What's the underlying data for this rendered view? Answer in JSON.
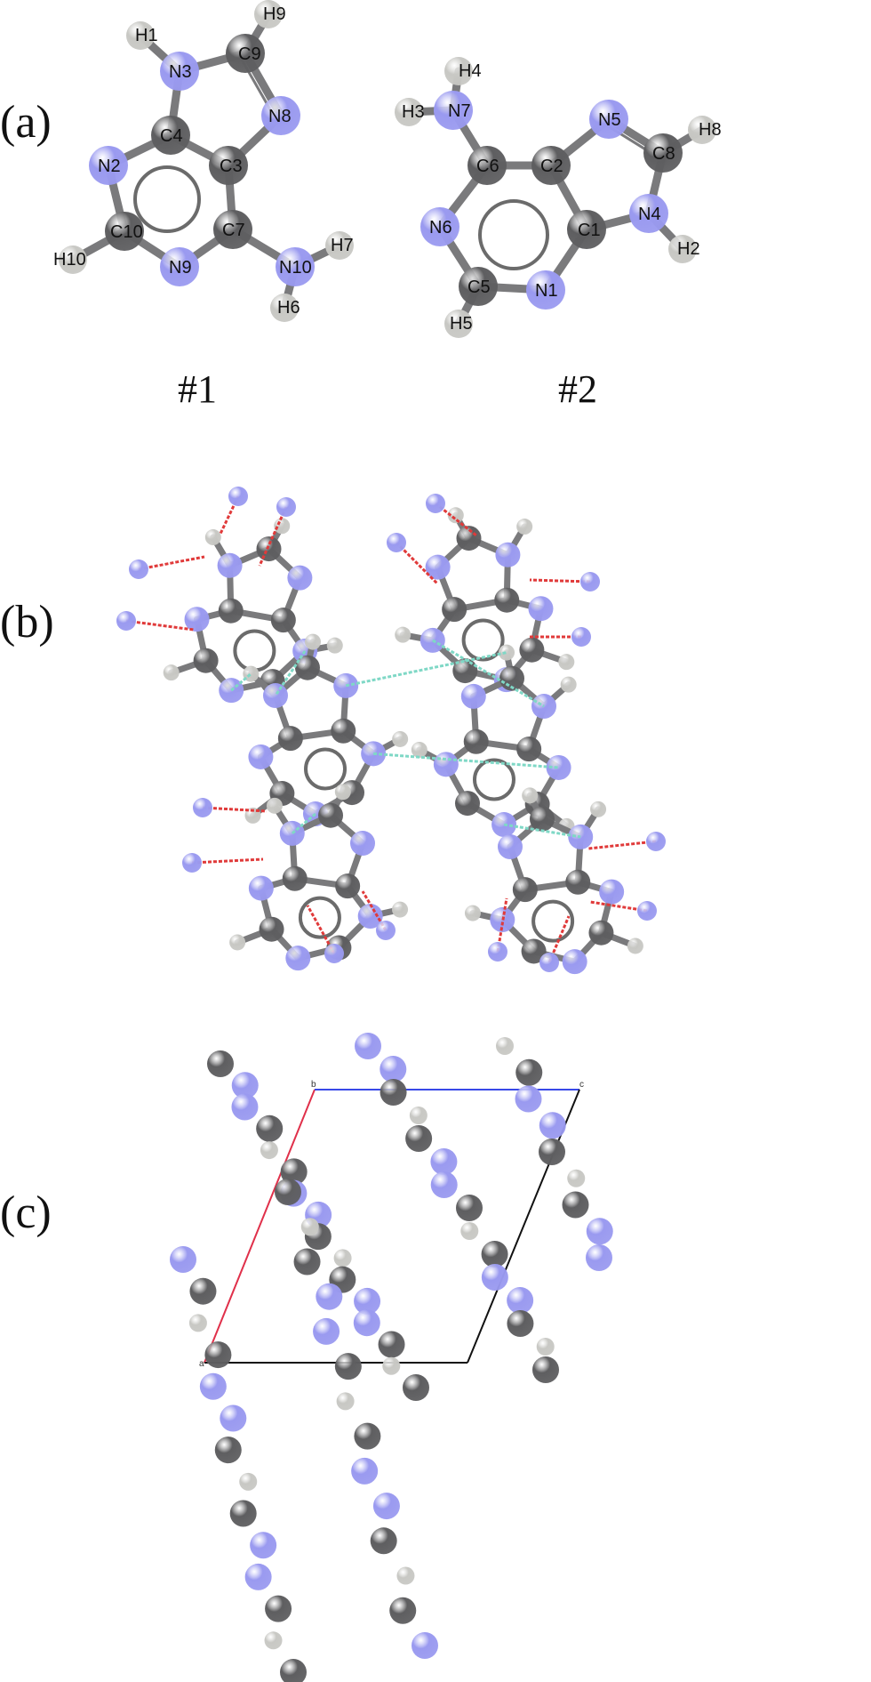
{
  "panels": {
    "a": {
      "label": "(a)",
      "molecule1": "#1",
      "molecule2": "#2"
    },
    "b": {
      "label": "(b)"
    },
    "c": {
      "label": "(c)",
      "cell_axes": {
        "a": "a",
        "b": "b",
        "c": "c"
      }
    }
  },
  "colors": {
    "carbon": "#5e5e60",
    "nitrogen": "#9a9af0",
    "hydrogen": "#c8c8c4",
    "bond": "#7a7a7c",
    "hbond_internal": "#7fd8c6",
    "hbond_external": "#e03a3a",
    "cell_a": "#e0304a",
    "cell_b": "#3848e8",
    "cell_edge": "#111111"
  },
  "molecule1": {
    "atoms": [
      {
        "id": "N3",
        "el": "N"
      },
      {
        "id": "C9",
        "el": "C"
      },
      {
        "id": "N8",
        "el": "N"
      },
      {
        "id": "C4",
        "el": "C"
      },
      {
        "id": "C3",
        "el": "C"
      },
      {
        "id": "N2",
        "el": "N"
      },
      {
        "id": "C10",
        "el": "C"
      },
      {
        "id": "N9",
        "el": "N"
      },
      {
        "id": "C7",
        "el": "C"
      },
      {
        "id": "N10",
        "el": "N"
      },
      {
        "id": "H1",
        "el": "H"
      },
      {
        "id": "H9",
        "el": "H"
      },
      {
        "id": "H10",
        "el": "H"
      },
      {
        "id": "H7",
        "el": "H"
      },
      {
        "id": "H6",
        "el": "H"
      }
    ]
  },
  "molecule2": {
    "atoms": [
      {
        "id": "N7",
        "el": "N"
      },
      {
        "id": "H4",
        "el": "H"
      },
      {
        "id": "H3",
        "el": "H"
      },
      {
        "id": "N5",
        "el": "N"
      },
      {
        "id": "C8",
        "el": "C"
      },
      {
        "id": "H8",
        "el": "H"
      },
      {
        "id": "C6",
        "el": "C"
      },
      {
        "id": "C2",
        "el": "C"
      },
      {
        "id": "N6",
        "el": "N"
      },
      {
        "id": "C1",
        "el": "C"
      },
      {
        "id": "N4",
        "el": "N"
      },
      {
        "id": "H2",
        "el": "H"
      },
      {
        "id": "C5",
        "el": "C"
      },
      {
        "id": "N1",
        "el": "N"
      },
      {
        "id": "H5",
        "el": "H"
      }
    ]
  }
}
